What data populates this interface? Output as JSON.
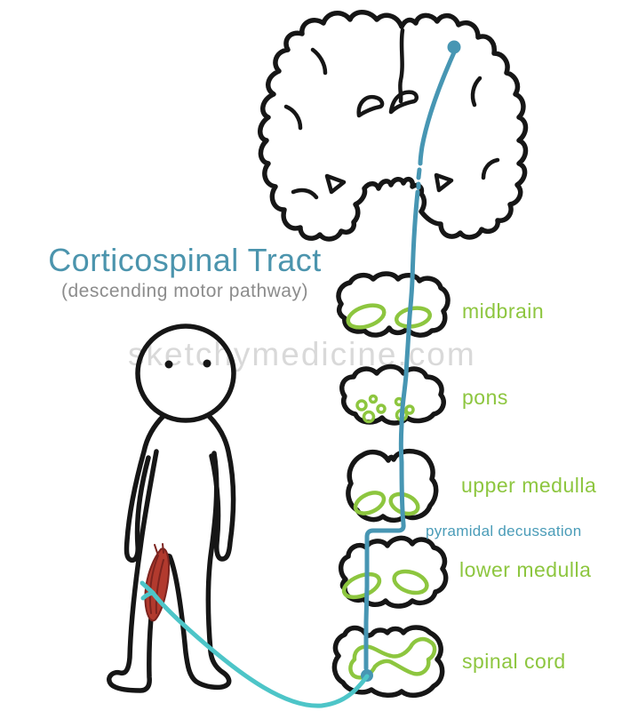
{
  "title": {
    "text": "Corticospinal Tract",
    "subtitle": "(descending motor pathway)"
  },
  "watermark": "sketchymedicine.com",
  "sections": [
    {
      "id": "midbrain",
      "label": "midbrain"
    },
    {
      "id": "pons",
      "label": "pons"
    },
    {
      "id": "upper-medulla",
      "label": "upper medulla"
    },
    {
      "id": "lower-medulla",
      "label": "lower medulla"
    },
    {
      "id": "spinal-cord",
      "label": "spinal cord"
    }
  ],
  "annotations": {
    "pyramidal_decussation": "pyramidal decussation"
  },
  "figures": {
    "brain": "brain-coronal-section-icon",
    "person": "person-figure-icon",
    "muscle": "thigh-muscle-icon",
    "tract": "corticospinal-tract-path",
    "nerve": "peripheral-motor-nerve-path",
    "origin": "cortex-origin-dot",
    "synapse": "anterior-horn-synapse-dot"
  },
  "colors": {
    "ink": "#161616",
    "tract": "#4796b3",
    "nerve": "#4dc5c8",
    "green": "#8dc63f",
    "muscle": "#b23a2e",
    "muscle_dark": "#7d241f",
    "title": "#4b94ad",
    "subtitle": "#8c8c8c",
    "watermark": "#d9d9d9",
    "decussation_label": "#4a9cb8"
  }
}
